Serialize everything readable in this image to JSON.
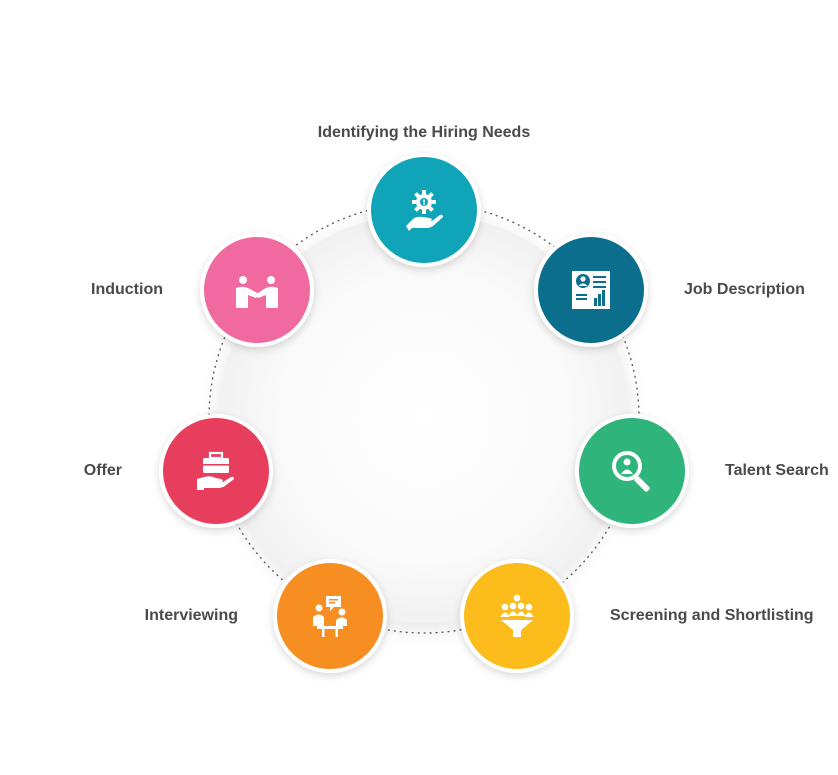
{
  "steps": [
    {
      "label": "Identifying the Hiring Needs",
      "color": "#0fa4b7",
      "icon": "gear-hand-icon"
    },
    {
      "label": "Job Description",
      "color": "#0b6e8c",
      "icon": "resume-document-icon"
    },
    {
      "label": "Talent Search",
      "color": "#2fb47c",
      "icon": "magnifier-person-icon"
    },
    {
      "label": "Screening and Shortlisting",
      "color": "#fbbc1c",
      "icon": "funnel-people-icon"
    },
    {
      "label": "Interviewing",
      "color": "#f78e22",
      "icon": "interview-meeting-icon"
    },
    {
      "label": "Offer",
      "color": "#e63e5c",
      "icon": "hand-briefcase-icon"
    },
    {
      "label": "Induction",
      "color": "#f06a9f",
      "icon": "handshake-icon"
    }
  ]
}
